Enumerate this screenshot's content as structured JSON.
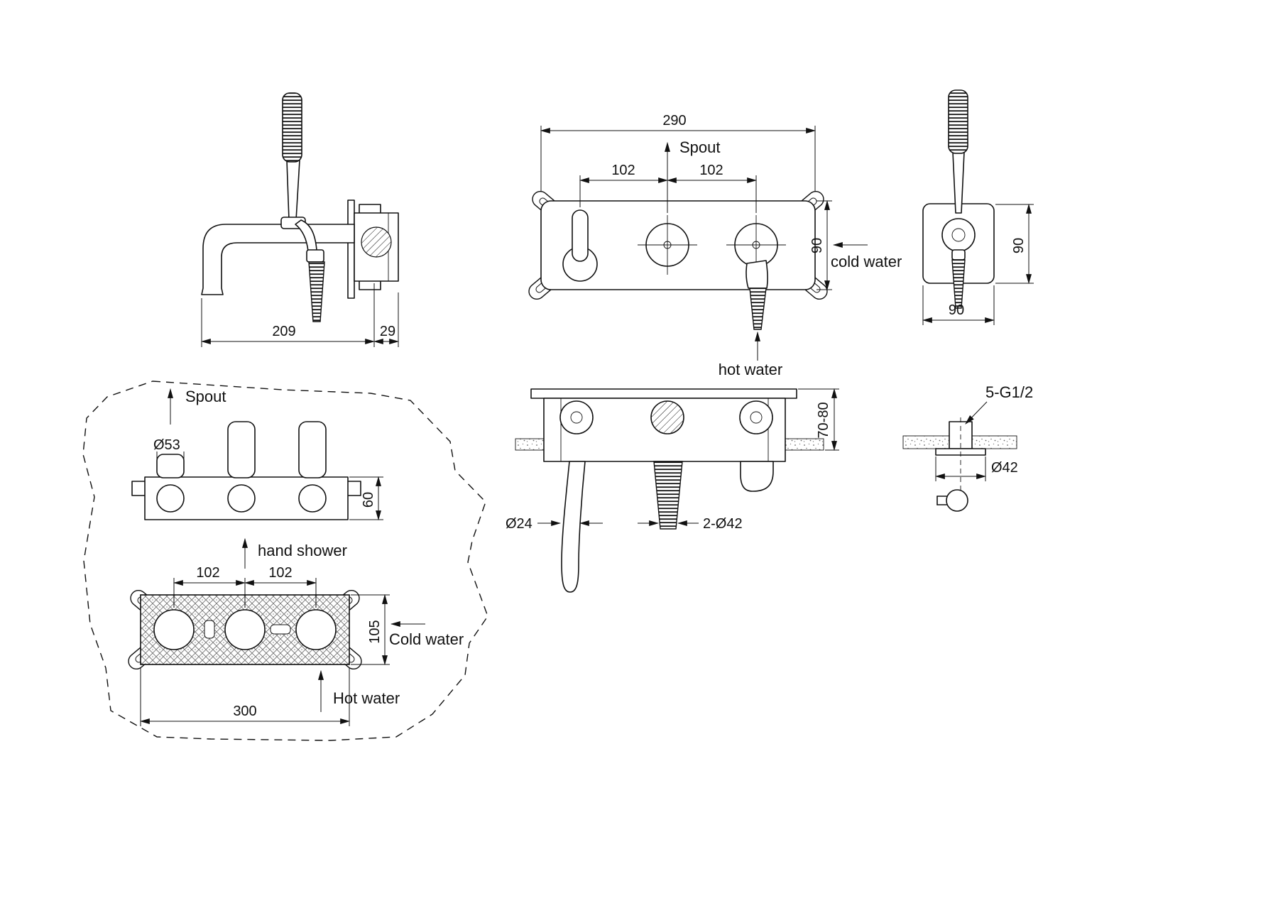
{
  "page": {
    "background": "#ffffff",
    "line_color": "#111111"
  },
  "views": {
    "side_view": {
      "dims": {
        "d209": "209",
        "d29": "29"
      }
    },
    "front_view": {
      "dims": {
        "d290": "290",
        "d102a": "102",
        "d102b": "102",
        "d90": "90"
      },
      "labels": {
        "spout": "Spout",
        "cold_water": "cold water",
        "hot_water": "hot water"
      }
    },
    "hand_shower_view": {
      "dims": {
        "d90_height": "90",
        "d90_width": "90"
      }
    },
    "top_view": {
      "dims": {
        "d53": "Ø53",
        "d60": "60"
      },
      "labels": {
        "spout": "Spout"
      }
    },
    "rough_in_view": {
      "dims": {
        "d102a": "102",
        "d102b": "102",
        "d105": "105",
        "d300": "300"
      },
      "labels": {
        "hand_shower": "hand shower",
        "cold_water": "Cold water",
        "hot_water": "Hot water"
      }
    },
    "section_view": {
      "dims": {
        "d70_80": "70-80",
        "d24": "Ø24",
        "d2x42": "2-Ø42"
      }
    },
    "outlet_detail": {
      "dims": {
        "thread": "5-G1/2",
        "d42": "Ø42"
      }
    }
  }
}
